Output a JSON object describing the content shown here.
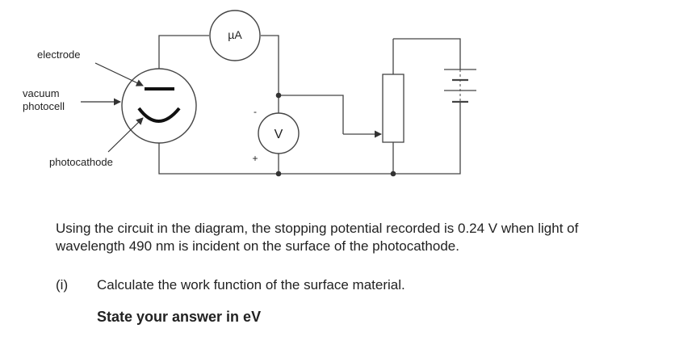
{
  "diagram": {
    "labels": {
      "electrode": "electrode",
      "vacuum_line1": "vacuum",
      "vacuum_line2": "photocell",
      "photocathode": "photocathode"
    },
    "meters": {
      "ammeter": "µA",
      "voltmeter": "V"
    },
    "polarity": {
      "negative": "-",
      "positive": "+"
    }
  },
  "question": {
    "stem_line1": "Using the circuit in the diagram, the stopping potential recorded is 0.24 V when light of",
    "stem_line2": "wavelength 490 nm is incident on the surface of the photocathode.",
    "part_number": "(i)",
    "part_text": "Calculate the work function of the surface material.",
    "instruction": "State your answer in eV"
  }
}
